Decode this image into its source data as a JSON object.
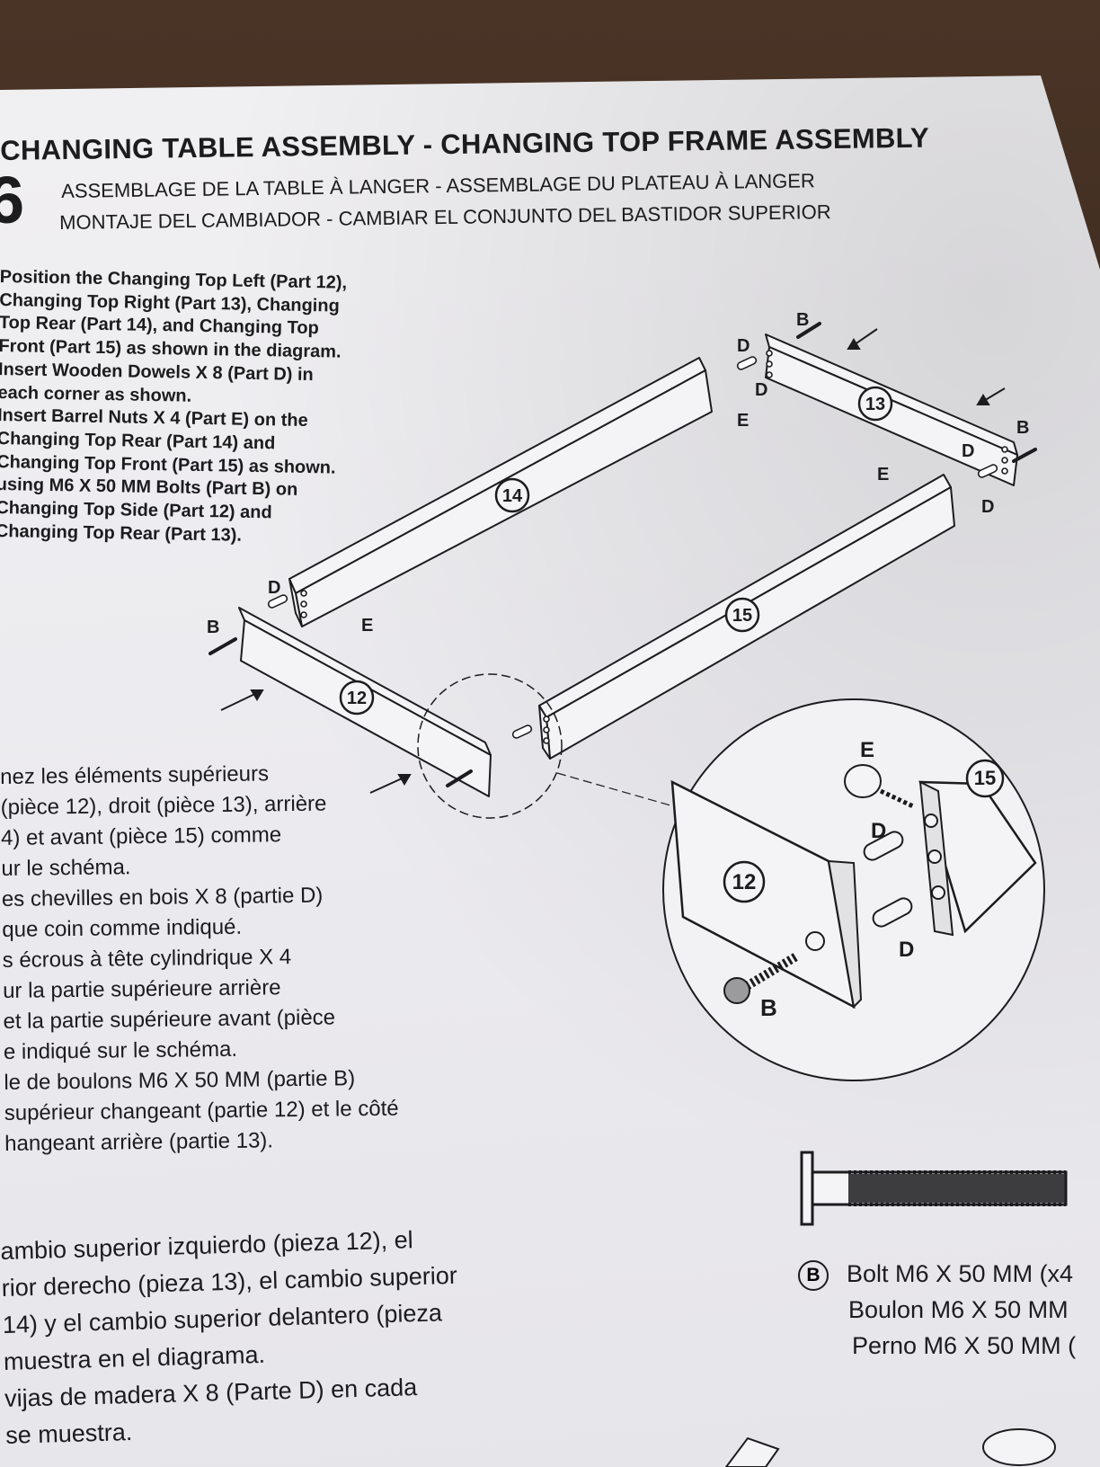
{
  "header": {
    "step_number": "6",
    "title_en": "CHANGING TABLE ASSEMBLY - CHANGING TOP FRAME ASSEMBLY",
    "title_fr": "ASSEMBLAGE DE LA TABLE À LANGER - ASSEMBLAGE DU PLATEAU À LANGER",
    "title_es": "MONTAJE DEL CAMBIADOR - CAMBIAR EL CONJUNTO DEL BASTIDOR SUPERIOR"
  },
  "instructions_en": [
    "Position the Changing Top Left (Part 12),",
    "Changing Top Right (Part 13), Changing",
    "Top Rear (Part 14), and Changing Top",
    "Front (Part 15) as shown in the diagram.",
    "Insert Wooden Dowels X 8 (Part D) in",
    "each corner as shown.",
    "Insert Barrel Nuts X 4 (Part E) on the",
    "Changing Top Rear (Part 14) and",
    "Changing Top Front (Part 15) as shown.",
    "using M6 X 50 MM Bolts (Part B) on",
    "Changing Top Side (Part 12) and",
    "Changing Top Rear (Part 13)."
  ],
  "instructions_fr": [
    "nez les éléments supérieurs",
    "(pièce 12), droit (pièce 13), arrière",
    "4) et avant (pièce 15) comme",
    "ur le schéma.",
    "es chevilles en bois X 8 (partie D)",
    "que coin comme indiqué.",
    "s écrous à tête cylindrique X 4",
    "ur la partie supérieure arrière",
    "et la partie supérieure avant (pièce",
    "e indiqué sur le schéma.",
    "le de boulons M6 X 50 MM (partie B)",
    "supérieur changeant (partie 12) et le côté",
    "hangeant arrière (partie 13)."
  ],
  "instructions_es": [
    "ambio superior izquierdo (pieza 12), el",
    "rior derecho (pieza 13), el cambio superior",
    "14) y el cambio superior delantero (pieza",
    "muestra en el diagrama.",
    "vijas de madera X 8 (Parte D) en cada",
    "se muestra."
  ],
  "diagram": {
    "part_numbers": [
      "12",
      "13",
      "14",
      "15"
    ],
    "part_letters": [
      "B",
      "D",
      "E"
    ]
  },
  "hardware_legend": {
    "badge": "B",
    "label_en": "Bolt M6 X 50 MM (x4",
    "label_fr": "Boulon M6 X 50 MM",
    "label_es": "Perno M6 X 50 MM ("
  }
}
